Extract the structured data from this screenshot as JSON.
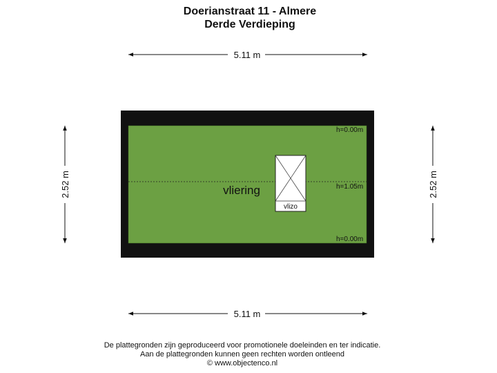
{
  "header": {
    "title": "Doerianstraat 11 - Almere",
    "subtitle": "Derde Verdieping"
  },
  "dimensions": {
    "top_width": "5.11 m",
    "bottom_width": "5.11 m",
    "left_height": "2.52 m",
    "right_height": "2.52 m"
  },
  "room": {
    "name": "vliering",
    "height_top": "h=0.00m",
    "height_middle": "h=1.05m",
    "height_bottom": "h=0.00m",
    "hatch_label": "vlizo"
  },
  "colors": {
    "floor": "#6ca043",
    "wall": "#111111"
  },
  "footer": {
    "line1": "De plattegronden zijn geproduceerd voor promotionele doeleinden en ter indicatie.",
    "line2": "Aan de plattegronden kunnen geen rechten worden ontleend",
    "line3": "© www.objectenco.nl"
  }
}
